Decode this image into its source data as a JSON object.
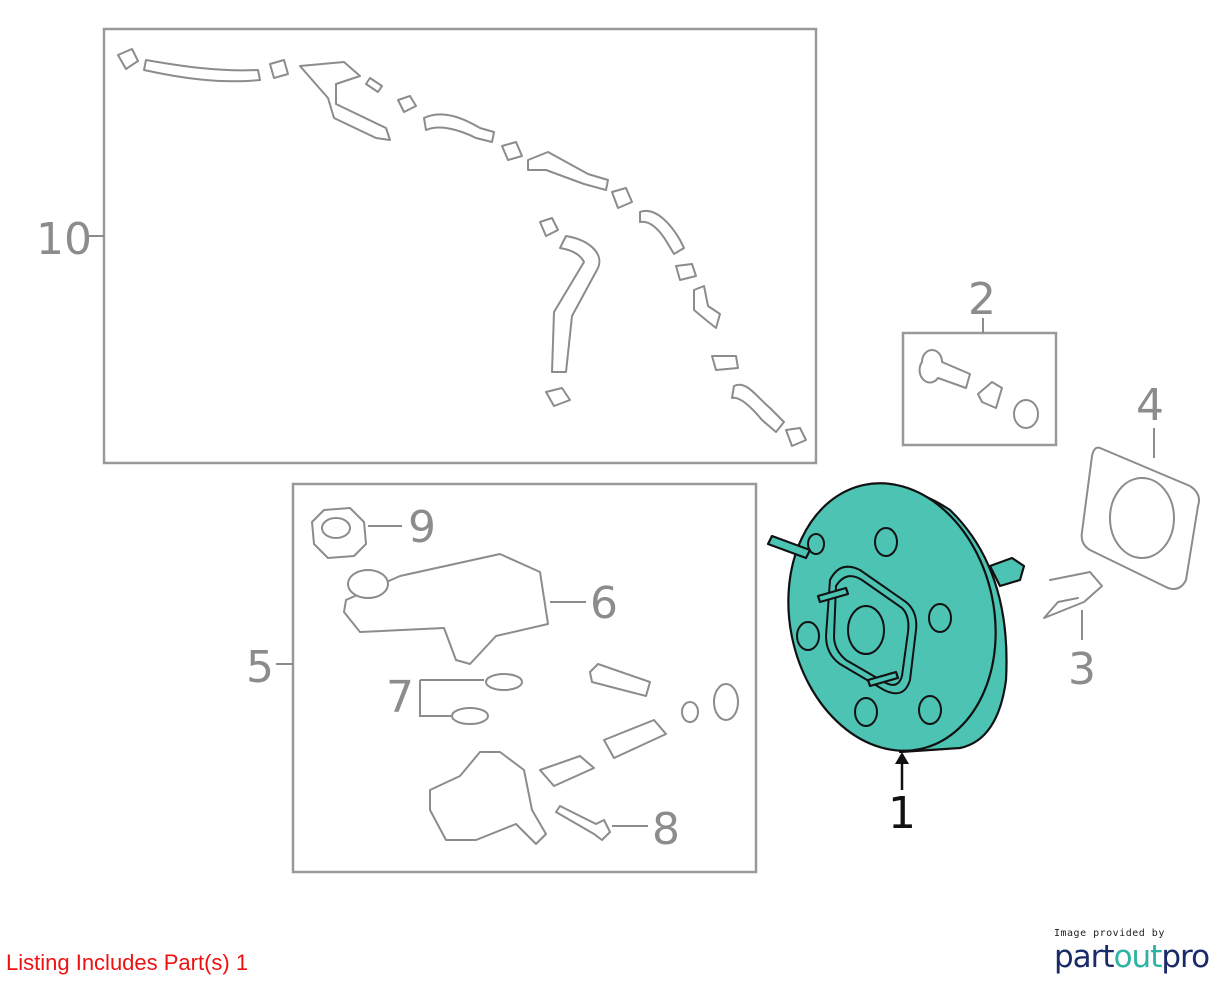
{
  "callouts": {
    "c1": "1",
    "c2": "2",
    "c3": "3",
    "c4": "4",
    "c5": "5",
    "c6": "6",
    "c7": "7",
    "c8": "8",
    "c9": "9",
    "c10": "10"
  },
  "listing_text": "Listing Includes Part(s) 1",
  "logo": {
    "caption": "Image provided by",
    "brand_part1": "part",
    "brand_part2": "out",
    "brand_part3": "pro"
  },
  "colors": {
    "highlight": "#4cc3b3",
    "listing": "#ee1111",
    "brand_navy": "#1b2a6b",
    "brand_teal": "#2db3a3"
  }
}
